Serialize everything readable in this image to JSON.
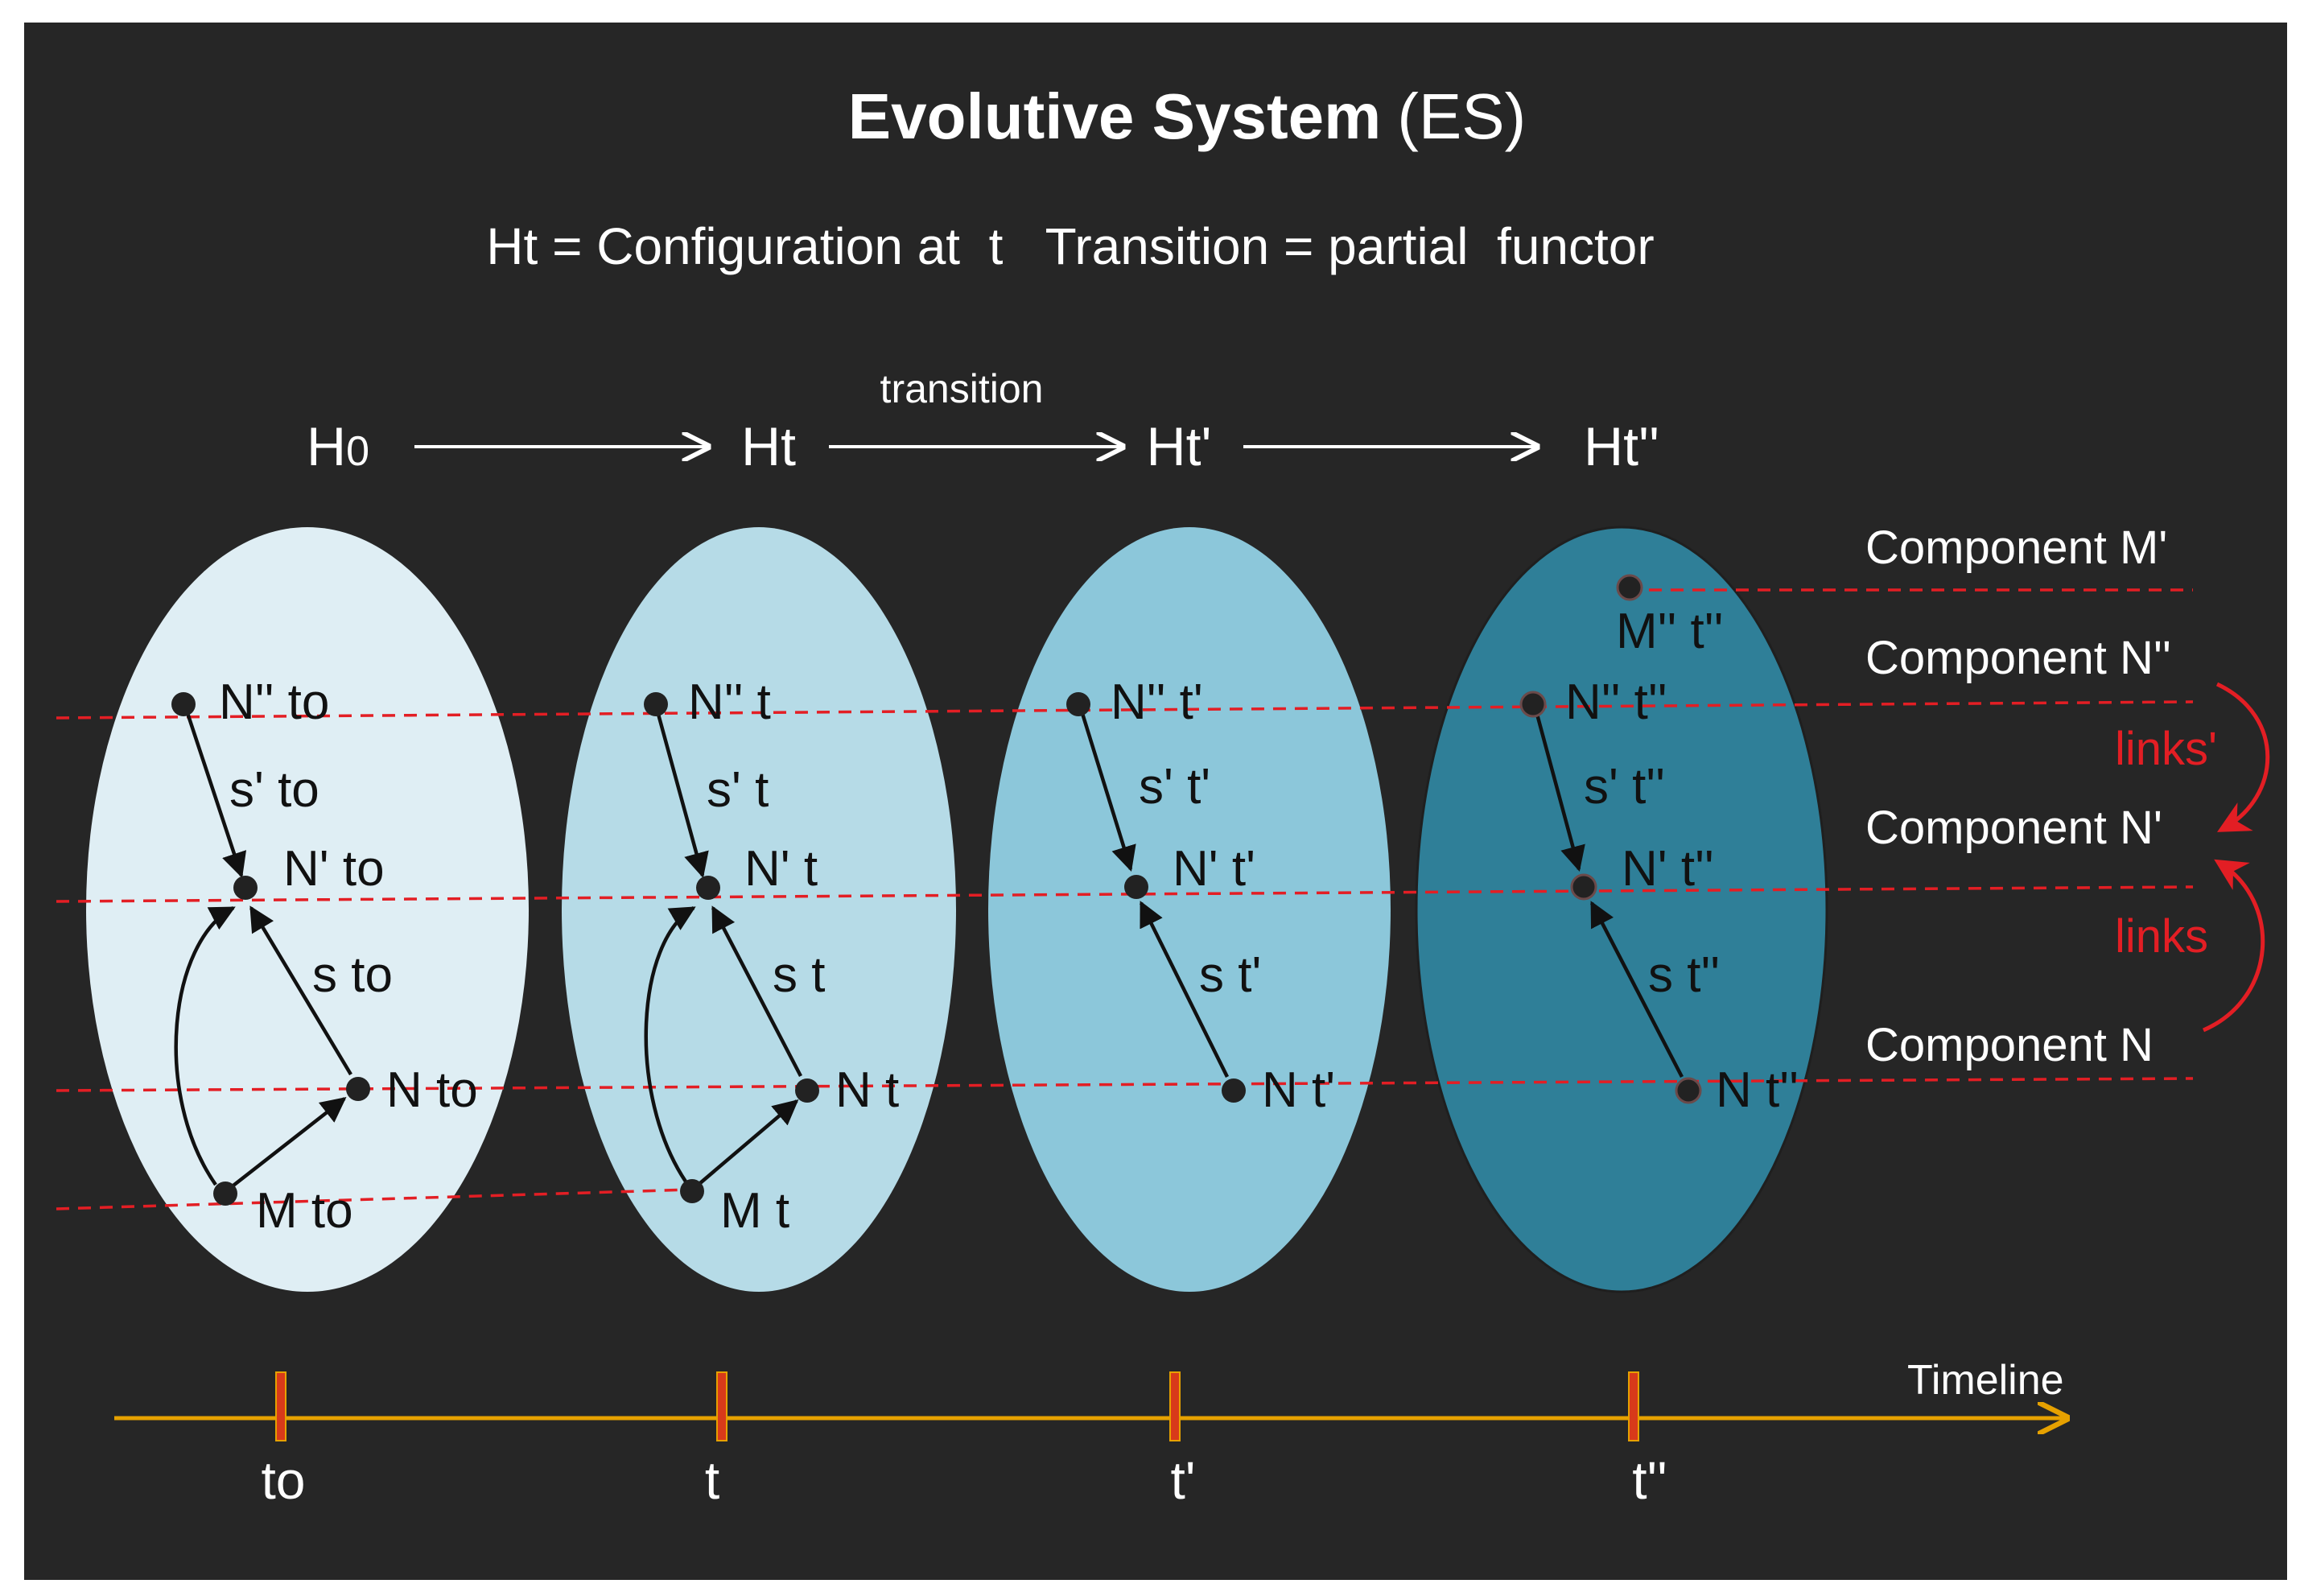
{
  "title": {
    "bold": "Evolutive System",
    "normal": "(ES)"
  },
  "subtitle": "Ht = Configuration at  t   Transition = partial  functor",
  "transition_label": "transition",
  "configurations": [
    {
      "id": "h0",
      "label": "H0",
      "label_main": "H",
      "label_sub": "0",
      "fill": "#dfeef4"
    },
    {
      "id": "ht",
      "label": "Ht",
      "fill": "#b6dbe7"
    },
    {
      "id": "ht1",
      "label": "Ht'",
      "fill": "#8cc7da"
    },
    {
      "id": "ht2",
      "label": "Ht''",
      "fill": "#2f7f98"
    }
  ],
  "ellipses": [
    {
      "id": "h0",
      "nodes": {
        "n2": "N'' to",
        "n1": "N' to",
        "n": "N to",
        "m": "M to"
      },
      "arrows": {
        "s1": "s' to",
        "s": "s to"
      }
    },
    {
      "id": "ht",
      "nodes": {
        "n2": "N'' t",
        "n1": "N' t",
        "n": "N t",
        "m": "M t"
      },
      "arrows": {
        "s1": "s' t",
        "s": "s t"
      }
    },
    {
      "id": "ht1",
      "nodes": {
        "n2": "N'' t'",
        "n1": "N' t'",
        "n": "N t'"
      },
      "arrows": {
        "s1": "s' t'",
        "s": "s t'"
      }
    },
    {
      "id": "ht2",
      "nodes": {
        "m2": "M'' t''",
        "n2": "N'' t''",
        "n1": "N' t''",
        "n": "N t''"
      },
      "arrows": {
        "s1": "s' t''",
        "s": "s t''"
      }
    }
  ],
  "components": [
    {
      "id": "m1",
      "label": "Component M'"
    },
    {
      "id": "n2",
      "label": "Component N''"
    },
    {
      "id": "n1",
      "label": "Component N'"
    },
    {
      "id": "n",
      "label": "Component N"
    }
  ],
  "links": [
    {
      "id": "links1",
      "label": "links'"
    },
    {
      "id": "links",
      "label": "links"
    }
  ],
  "timeline": {
    "label": "Timeline",
    "ticks": [
      "to",
      "t",
      "t'",
      "t''"
    ]
  },
  "colors": {
    "background": "#262626",
    "text": "#ffffff",
    "dark_text": "#111111",
    "red": "#e31e24",
    "timeline": "#e6a100",
    "tick": "#d83a1a"
  }
}
